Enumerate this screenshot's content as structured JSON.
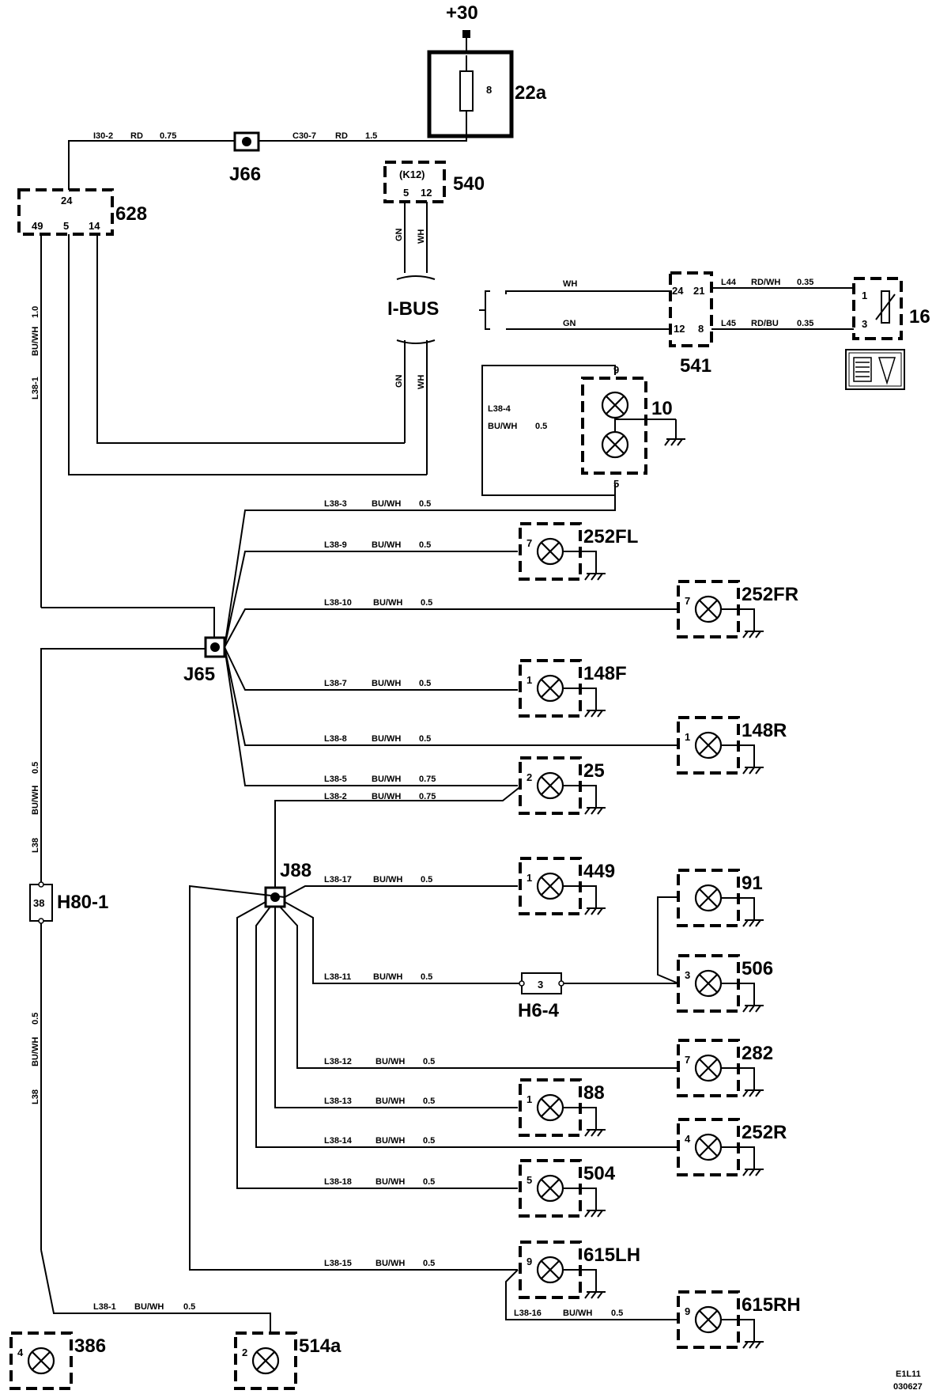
{
  "supply": "+30",
  "fuse": {
    "label": "22a",
    "pin": "8"
  },
  "ground": {
    "symbol": "ground-icon"
  },
  "components": {
    "c628": {
      "label": "628",
      "pins": [
        "24",
        "49",
        "5",
        "14"
      ]
    },
    "c540": {
      "label": "540",
      "sub": "(K12)",
      "pins": [
        "5",
        "12"
      ]
    },
    "c541": {
      "label": "541",
      "pins": [
        "24",
        "21",
        "12",
        "8"
      ]
    },
    "c16": {
      "label": "16",
      "pins": [
        "1",
        "3"
      ]
    },
    "c10": {
      "label": "10",
      "pins": [
        "9",
        "5"
      ]
    },
    "c252fl": {
      "label": "252FL",
      "pin": "7"
    },
    "c252fr": {
      "label": "252FR",
      "pin": "7"
    },
    "c148f": {
      "label": "148F",
      "pin": "1"
    },
    "c148r": {
      "label": "148R",
      "pin": "1"
    },
    "c25": {
      "label": "25",
      "pin": "2"
    },
    "c449": {
      "label": "449",
      "pin": "1"
    },
    "c91": {
      "label": "91",
      "pin": ""
    },
    "c506": {
      "label": "506",
      "pin": "3"
    },
    "c282": {
      "label": "282",
      "pin": "7"
    },
    "c88": {
      "label": "88",
      "pin": "1"
    },
    "c252r": {
      "label": "252R",
      "pin": "4"
    },
    "c504": {
      "label": "504",
      "pin": "5"
    },
    "c615lh": {
      "label": "615LH",
      "pin": "9"
    },
    "c615rh": {
      "label": "615RH",
      "pin": "9"
    },
    "c386": {
      "label": "386",
      "pin": "4"
    },
    "c514a": {
      "label": "514a",
      "pin": "2"
    }
  },
  "junctions": {
    "j66": "J66",
    "j65": "J65",
    "j88": "J88"
  },
  "connectors": {
    "h80": {
      "label": "H80-1",
      "pin": "38"
    },
    "h6": {
      "label": "H6-4",
      "pin": "3"
    }
  },
  "bus": "I-BUS",
  "wires": {
    "i30": {
      "id": "I30-2",
      "color": "RD",
      "size": "0.75"
    },
    "c30": {
      "id": "C30-7",
      "color": "RD",
      "size": "1.5"
    },
    "l44": {
      "id": "L44",
      "color": "RD/WH",
      "size": "0.35"
    },
    "l45": {
      "id": "L45",
      "color": "RD/BU",
      "size": "0.35"
    },
    "wh": "WH",
    "gn": "GN",
    "l38_4": {
      "id": "L38-4",
      "color": "BU/WH",
      "size": "0.5"
    },
    "l38_3": {
      "id": "L38-3",
      "color": "BU/WH",
      "size": "0.5"
    },
    "l38_9": {
      "id": "L38-9",
      "color": "BU/WH",
      "size": "0.5"
    },
    "l38_10": {
      "id": "L38-10",
      "color": "BU/WH",
      "size": "0.5"
    },
    "l38_7": {
      "id": "L38-7",
      "color": "BU/WH",
      "size": "0.5"
    },
    "l38_8": {
      "id": "L38-8",
      "color": "BU/WH",
      "size": "0.5"
    },
    "l38_5": {
      "id": "L38-5",
      "color": "BU/WH",
      "size": "0.75"
    },
    "l38_2": {
      "id": "L38-2",
      "color": "BU/WH",
      "size": "0.75"
    },
    "l38_17": {
      "id": "L38-17",
      "color": "BU/WH",
      "size": "0.5"
    },
    "l38_11": {
      "id": "L38-11",
      "color": "BU/WH",
      "size": "0.5"
    },
    "l38_12": {
      "id": "L38-12",
      "color": "BU/WH",
      "size": "0.5"
    },
    "l38_13": {
      "id": "L38-13",
      "color": "BU/WH",
      "size": "0.5"
    },
    "l38_14": {
      "id": "L38-14",
      "color": "BU/WH",
      "size": "0.5"
    },
    "l38_18": {
      "id": "L38-18",
      "color": "BU/WH",
      "size": "0.5"
    },
    "l38_15": {
      "id": "L38-15",
      "color": "BU/WH",
      "size": "0.5"
    },
    "l38_16": {
      "id": "L38-16",
      "color": "BU/WH",
      "size": "0.5"
    },
    "l38_1b": {
      "id": "L38-1",
      "color": "BU/WH",
      "size": "0.5"
    },
    "v_l38_1": {
      "id": "L38-1",
      "color": "BU/WH",
      "size": "1.0"
    },
    "v_l38_a": {
      "id": "L38",
      "color": "BU/WH",
      "size": "0.5"
    },
    "v_l38_b": {
      "id": "L38",
      "color": "BU/WH",
      "size": "0.5"
    }
  },
  "footer": {
    "code": "E1L11",
    "date": "030627"
  }
}
